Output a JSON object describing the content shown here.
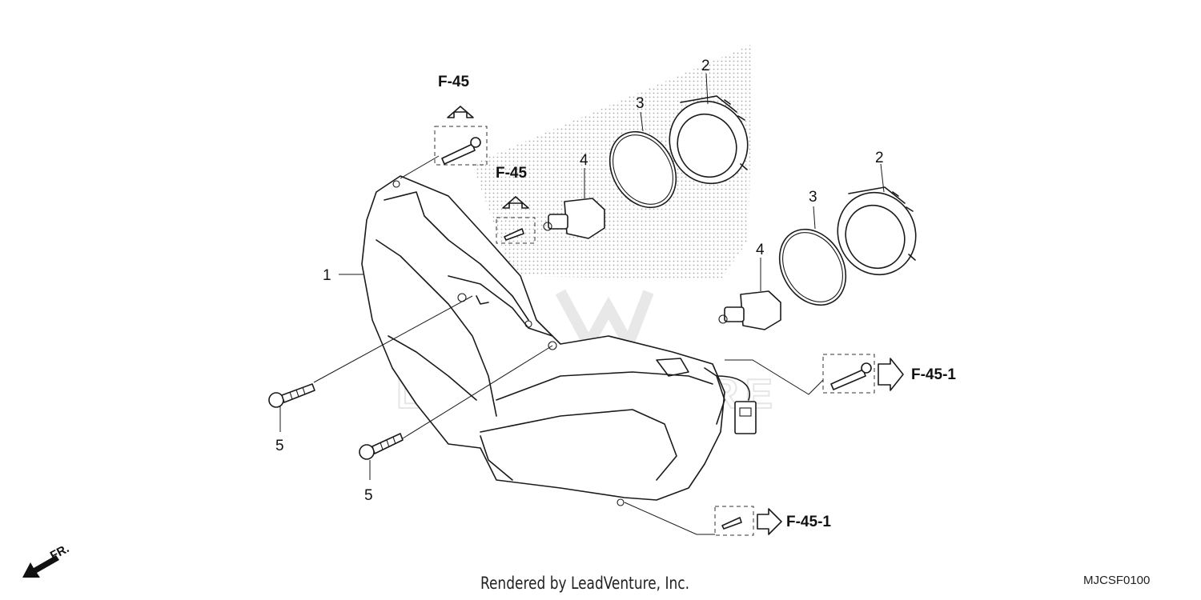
{
  "diagram": {
    "callouts": [
      "1",
      "2",
      "2",
      "3",
      "3",
      "4",
      "4",
      "5",
      "5"
    ],
    "references": [
      "F-45",
      "F-45",
      "F-45-1",
      "F-45-1"
    ],
    "direction_label": "FR.",
    "watermark": "LEADVENTURE"
  },
  "footer": {
    "rendered_by": "Rendered by LeadVenture, Inc.",
    "diagram_code": "MJCSF0100"
  }
}
